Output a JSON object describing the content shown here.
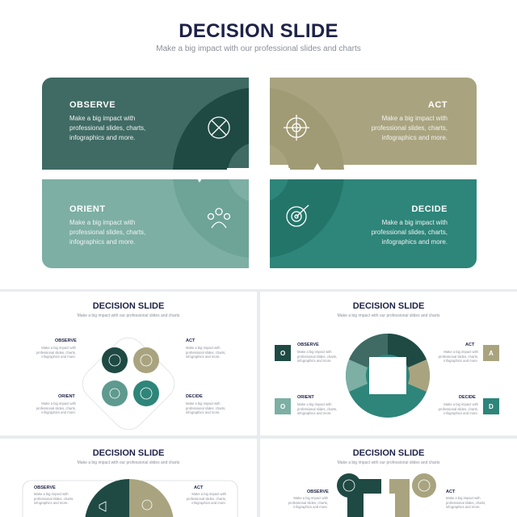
{
  "main": {
    "title": "DECISION SLIDE",
    "subtitle": "Make a big impact with our professional  slides and charts",
    "observe": {
      "label": "OBSERVE",
      "text": "Make a big impact with professional slides, charts, infographics and more."
    },
    "act": {
      "label": "ACT",
      "text": "Make a big impact with professional slides, charts, infographics and more."
    },
    "orient": {
      "label": "ORIENT",
      "text": "Make a big impact with professional slides, charts, infographics and more."
    },
    "decide": {
      "label": "DECIDE",
      "text": "Make a big impact with professional slides, charts, infographics and more."
    }
  },
  "thumb1": {
    "title": "DECISION SLIDE",
    "subtitle": "Make a big impact with our professional slides and charts",
    "observe": "OBSERVE",
    "act": "ACT",
    "orient": "ORIENT",
    "decide": "DECIDE",
    "text": "Make a big impact with professional slides, charts, infographics and more."
  },
  "thumb2": {
    "title": "DECISION SLIDE",
    "subtitle": "Make a big impact with our professional slides and charts",
    "observe": "OBSERVE",
    "act": "ACT",
    "orient": "ORIENT",
    "decide": "DECIDE",
    "badge_o1": "O",
    "badge_o2": "O",
    "badge_a": "A",
    "badge_d": "D",
    "text": "Make a big impact with professional slides, charts, infographics and more."
  },
  "thumb3": {
    "title": "DECISION SLIDE",
    "subtitle": "Make a big impact with our professional slides and charts",
    "observe": "OBSERVE",
    "act": "ACT",
    "text": "Make a big impact with professional slides, charts, infographics and more."
  },
  "thumb4": {
    "title": "DECISION SLIDE",
    "subtitle": "Make a big impact with our professional slides and charts",
    "observe": "OBSERVE",
    "act": "ACT",
    "text": "Make a big impact with professional slides, charts, infographics and more."
  },
  "colors": {
    "dark_teal": "#1f4a44",
    "slate_teal": "#3f6b64",
    "khaki": "#a9a47f",
    "sage": "#7dafa4",
    "teal": "#2e857a",
    "navy_title": "#1d2247"
  }
}
